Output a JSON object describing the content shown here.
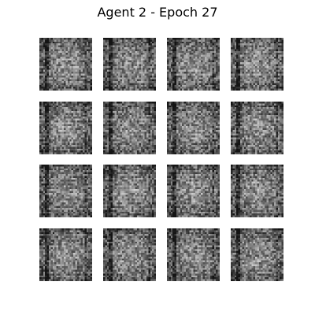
{
  "figure": {
    "title": "Agent 2 - Epoch 27"
  },
  "grid": {
    "rows": 4,
    "cols": 4,
    "pixels_per_side": 28,
    "colors": {
      "background": "#ffffff",
      "text": "#000000",
      "pixel_dark": "#1a1a1a",
      "pixel_light": "#e6e6e6"
    }
  }
}
